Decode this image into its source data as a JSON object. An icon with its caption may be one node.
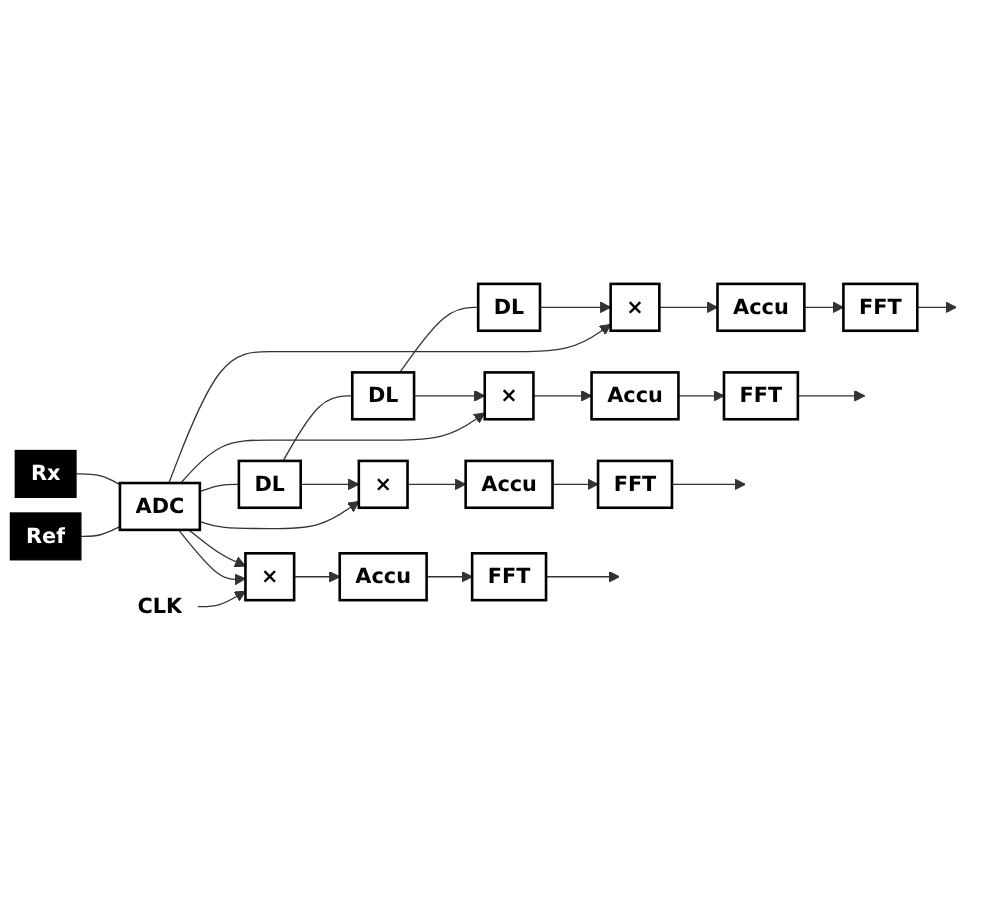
{
  "diagram": {
    "nodes": [
      {
        "text": [
          "Ref"
        ]
      },
      {
        "text": [
          "Rx"
        ]
      },
      {
        "text": [
          "ADC"
        ]
      },
      {
        "text": [
          "DL"
        ]
      },
      {
        "text": [
          "DL"
        ]
      },
      {
        "text": [
          "DL"
        ]
      },
      {
        "text": [
          "CLK"
        ]
      },
      {
        "text": [
          "×"
        ]
      },
      {
        "text": [
          "Accu"
        ]
      },
      {
        "text": [
          "FFT"
        ]
      },
      {
        "text": [
          "×"
        ]
      },
      {
        "text": [
          "Accu"
        ]
      },
      {
        "text": [
          "FFT"
        ]
      },
      {
        "text": [
          "×"
        ]
      },
      {
        "text": [
          "Accu"
        ]
      },
      {
        "text": [
          "FFT"
        ]
      },
      {
        "text": [
          "×"
        ]
      },
      {
        "text": [
          "Accu"
        ]
      },
      {
        "text": [
          "FFT"
        ]
      }
    ],
    "edges": [
      {
        "from": 0,
        "to": 2,
        "arrow": "none"
      },
      {
        "from": 1,
        "to": 2,
        "arrow": "none"
      },
      {
        "from": 6,
        "to": 7,
        "arrow": "to"
      },
      {
        "from": 2,
        "to": 7,
        "arrow": "to"
      },
      {
        "from": 2,
        "to": 7,
        "arrow": "to"
      },
      {
        "from": 2,
        "to": 3,
        "arrow": "none"
      },
      {
        "from": 2,
        "to": 10,
        "arrow": "to"
      },
      {
        "from": 3,
        "to": 10,
        "arrow": "to"
      },
      {
        "from": 3,
        "to": 4,
        "arrow": "none"
      },
      {
        "from": 2,
        "to": 13,
        "arrow": "to"
      },
      {
        "from": 4,
        "to": 13,
        "arrow": "to"
      },
      {
        "from": 4,
        "to": 5,
        "arrow": "none"
      },
      {
        "from": 2,
        "to": 16,
        "arrow": "to"
      },
      {
        "from": 5,
        "to": 16,
        "arrow": "to"
      },
      {
        "from": 7,
        "to": 8,
        "arrow": "to"
      },
      {
        "from": 8,
        "to": 9,
        "arrow": "to"
      },
      {
        "from": 9,
        "to": null,
        "arrow": "to"
      },
      {
        "from": 10,
        "to": 11,
        "arrow": "to"
      },
      {
        "from": 11,
        "to": 12,
        "arrow": "to"
      },
      {
        "from": 12,
        "to": null,
        "arrow": "to"
      },
      {
        "from": 13,
        "to": 14,
        "arrow": "to"
      },
      {
        "from": 14,
        "to": 15,
        "arrow": "to"
      },
      {
        "from": 15,
        "to": null,
        "arrow": "to"
      },
      {
        "from": 16,
        "to": 17,
        "arrow": "to"
      },
      {
        "from": 17,
        "to": 18,
        "arrow": "to"
      },
      {
        "from": 18,
        "to": null,
        "arrow": "to"
      }
    ]
  }
}
